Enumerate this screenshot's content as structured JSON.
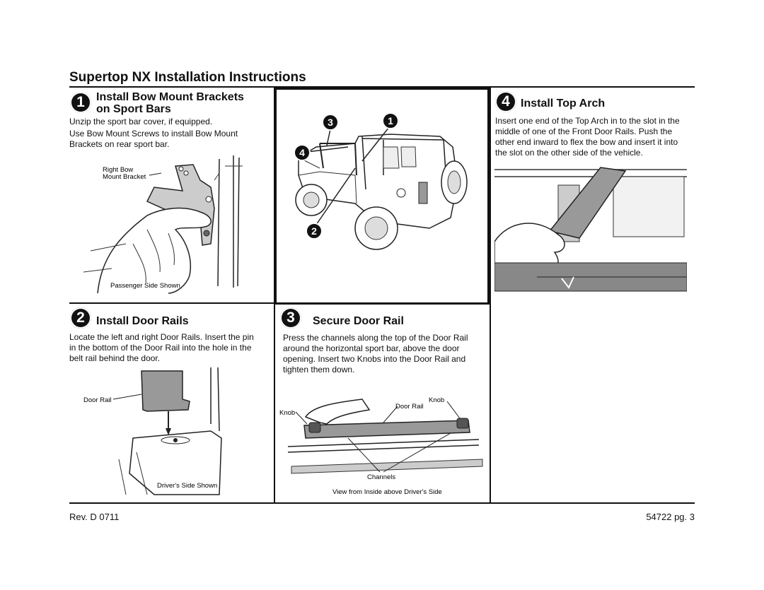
{
  "page": {
    "title": "Supertop NX Installation Instructions"
  },
  "step1": {
    "number": "1",
    "heading_line1": "Install Bow Mount Brackets",
    "heading_line2": "on Sport Bars",
    "line1": "Unzip the sport bar cover, if equipped.",
    "line2": "Use Bow Mount Screws to install Bow Mount",
    "line3": "Brackets on rear sport bar.",
    "label_bracket_1": "Right Bow",
    "label_bracket_2": "Mount Bracket",
    "caption": "Passenger Side Shown"
  },
  "vehicle": {
    "callouts": [
      "3",
      "1",
      "4",
      "2"
    ]
  },
  "step4": {
    "number": "4",
    "heading": "Install Top Arch",
    "line1": "Insert one end of the Top Arch in to the slot in the",
    "line2": "middle of one of the Front Door Rails. Push the",
    "line3": "other end inward to flex the bow and insert it into",
    "line4": "the slot on the other side of the vehicle."
  },
  "step2": {
    "number": "2",
    "heading": "Install Door Rails",
    "line1": "Locate the left and right Door Rails. Insert the pin",
    "line2": "in the bottom of the Door Rail into the hole in the",
    "line3": "belt rail behind the door.",
    "label_door_rail": "Door Rail",
    "caption": "Driver's Side Shown"
  },
  "step3": {
    "number": "3",
    "heading": "Secure Door Rail",
    "line1": "Press the channels along the top of the Door Rail",
    "line2": "around the horizontal sport bar, above the door",
    "line3": "opening. Insert two Knobs into the Door Rail and",
    "line4": "tighten them down.",
    "label_knob_left": "Knob",
    "label_door_rail": "Door Rail",
    "label_knob_right": "Knob",
    "label_channels": "Channels",
    "caption": "View from Inside above Driver's Side"
  },
  "footer": {
    "revision": "Rev. D 0711",
    "page": "54722 pg. 3"
  }
}
